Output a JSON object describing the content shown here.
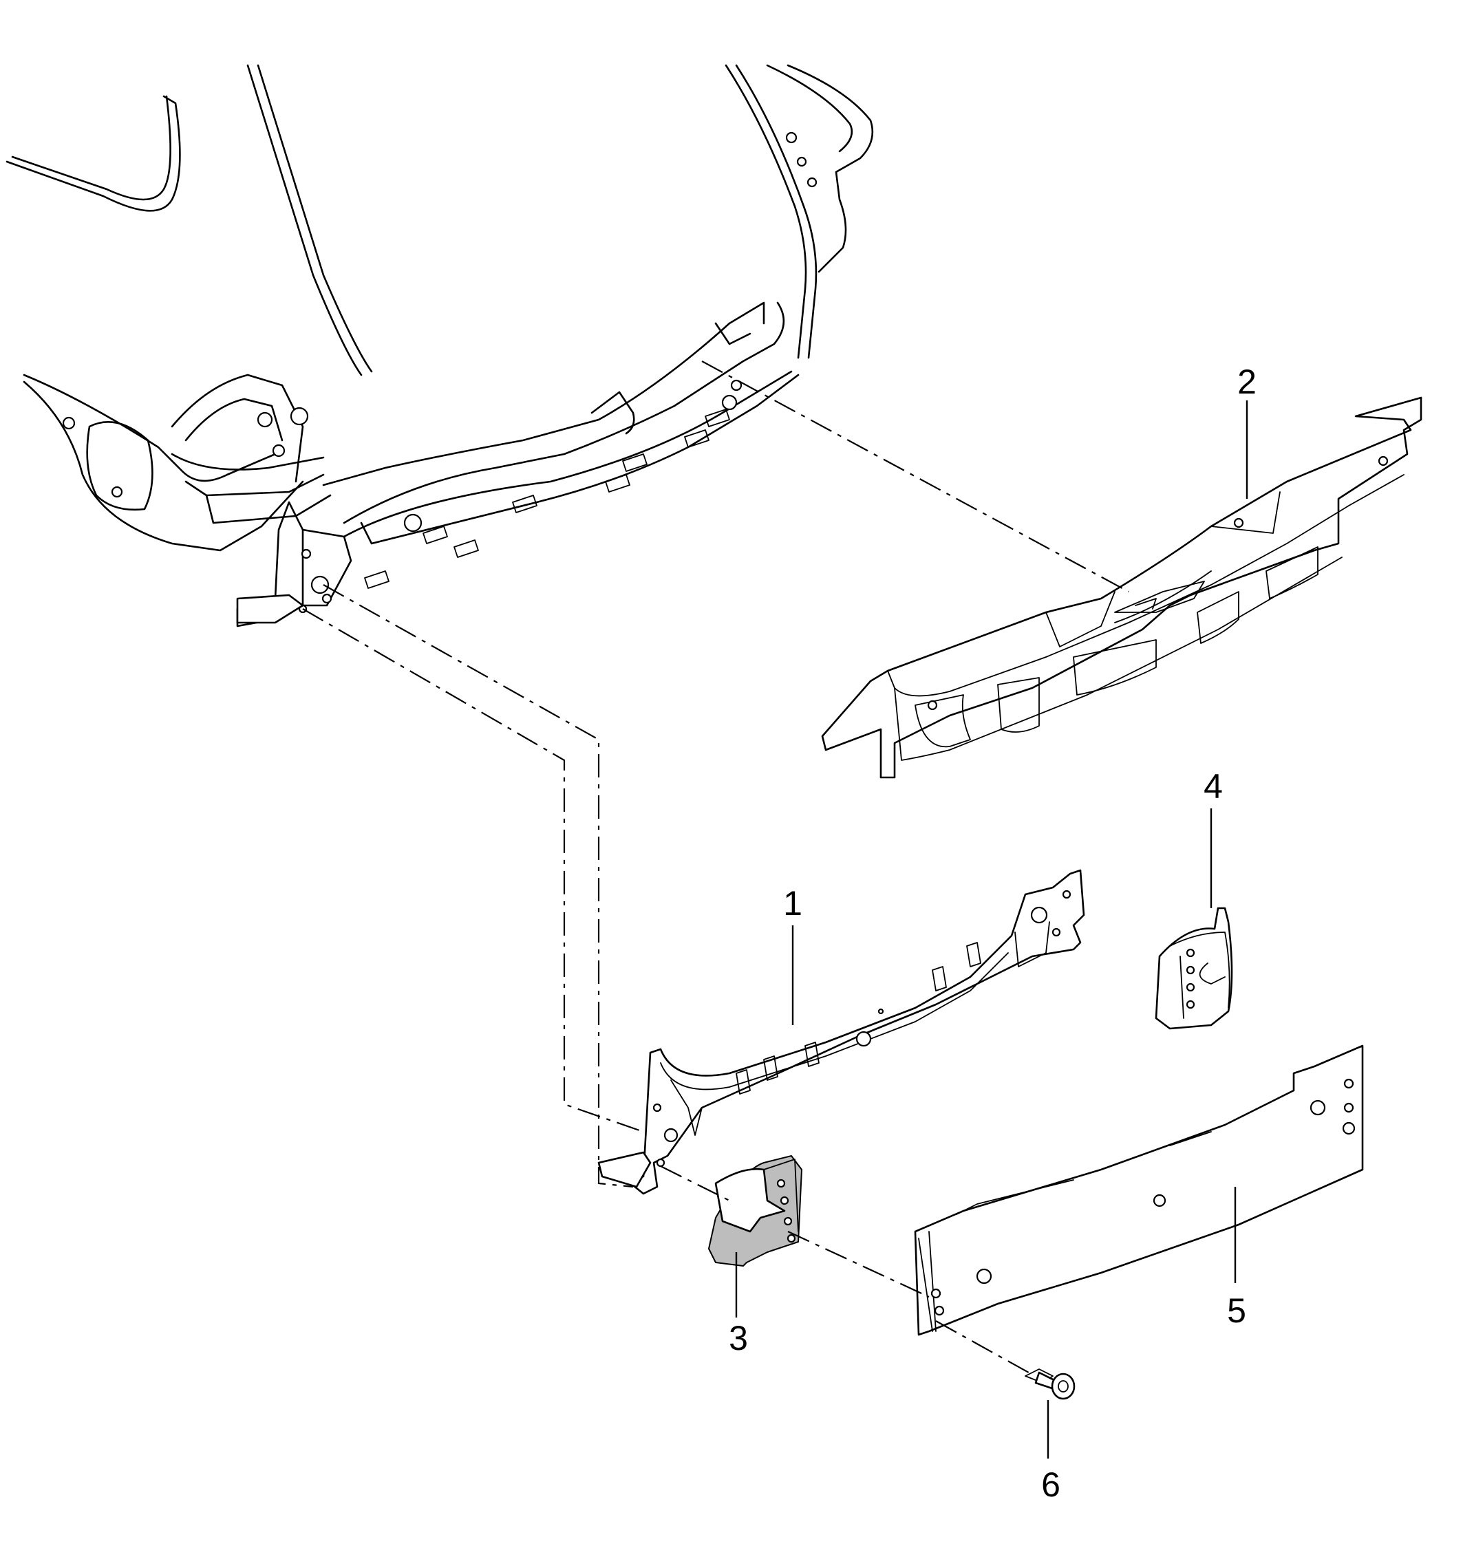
{
  "callouts": {
    "c1": "1",
    "c2": "2",
    "c3": "3",
    "c4": "4",
    "c5": "5",
    "c6": "6"
  },
  "colors": {
    "line": "#000000",
    "background": "#ffffff",
    "shade": "#bdbdbd"
  }
}
